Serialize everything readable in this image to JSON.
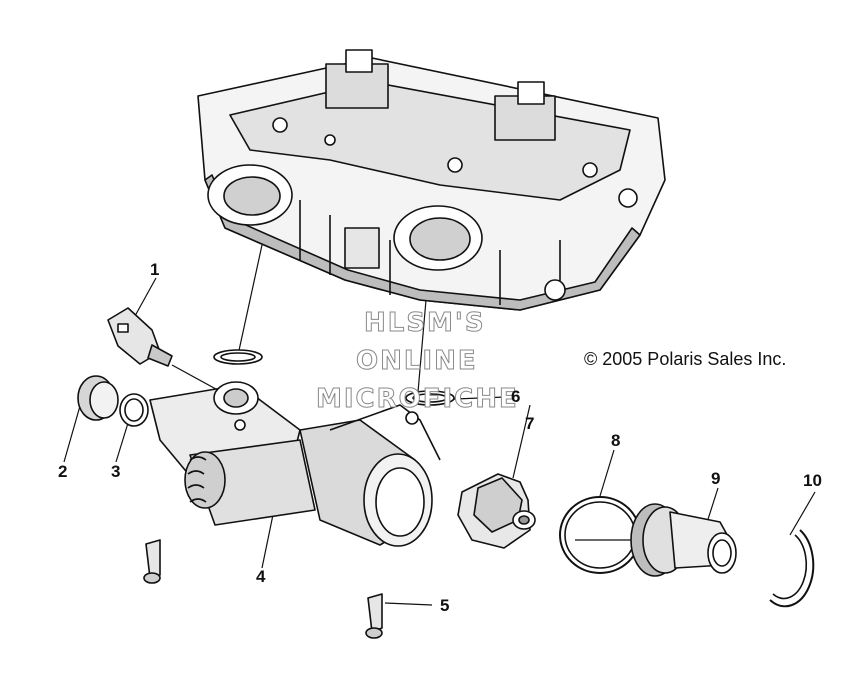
{
  "copyright": "© 2005 Polaris Sales Inc.",
  "watermark": [
    "HLSM'S",
    "ONLINE",
    "MICROFICHE"
  ],
  "callouts": [
    "1",
    "2",
    "3",
    "4",
    "5",
    "6",
    "7",
    "8",
    "9",
    "10"
  ],
  "colors": {
    "line": "#111111",
    "fill_light": "#efefef",
    "fill_mid": "#cfcfcf",
    "fill_dark": "#9a9a9a"
  }
}
